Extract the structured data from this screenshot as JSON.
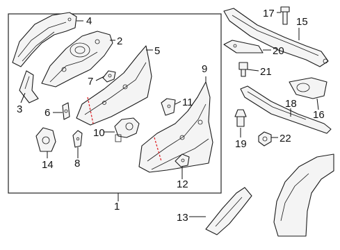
{
  "diagram": {
    "labels": {
      "l1": "1",
      "l2": "2",
      "l3": "3",
      "l4": "4",
      "l5": "5",
      "l6": "6",
      "l7": "7",
      "l8": "8",
      "l9": "9",
      "l10": "10",
      "l11": "11",
      "l12": "12",
      "l13": "13",
      "l14": "14",
      "l15": "15",
      "l16": "16",
      "l17": "17",
      "l18": "18",
      "l19": "19",
      "l20": "20",
      "l21": "21",
      "l22": "22"
    },
    "colors": {
      "line": "#1a1a1a",
      "cut_line": "#e0262b",
      "part_fill": "#f4f4f4"
    }
  }
}
